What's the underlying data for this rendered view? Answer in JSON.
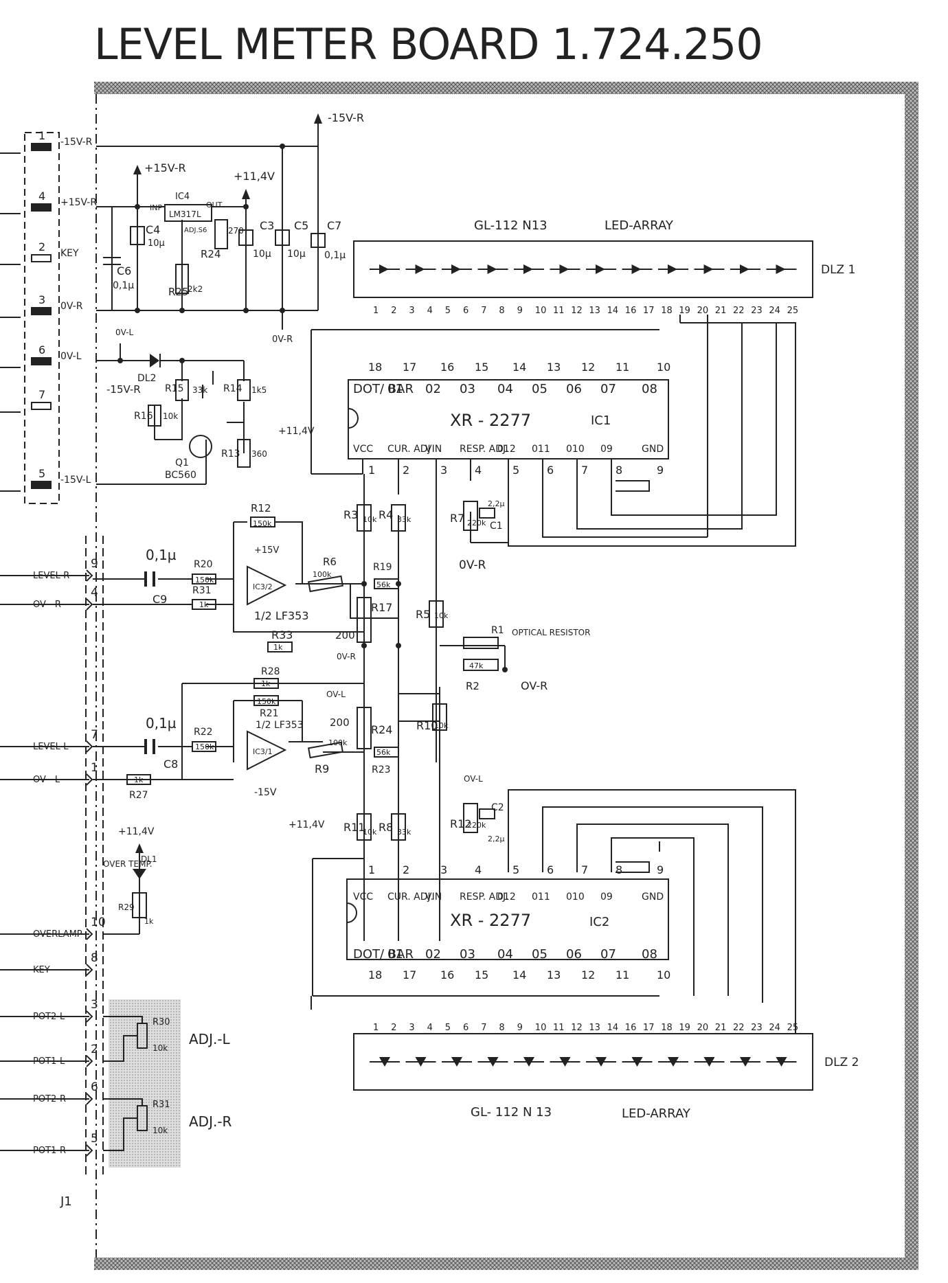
{
  "title": "LEVEL METER BOARD 1.724.250",
  "rails": {
    "neg15": "-15V-R",
    "pos15": "+15V-R",
    "p114": "+11,4V",
    "ovr": "0V-R",
    "ovl": "0V-L",
    "ovl_label": "OV-L",
    "ovr_label": "OV-R",
    "pos15b": "+15V",
    "neg15b": "-15V",
    "neg15r": "-15V-R"
  },
  "connector_left": {
    "pins": [
      {
        "n": "1",
        "label": "-15V-R"
      },
      {
        "n": "4",
        "label": "+15V-R"
      },
      {
        "n": "2",
        "label": "KEY"
      },
      {
        "n": "3",
        "label": "0V-R"
      },
      {
        "n": "6",
        "label": "0V-L"
      },
      {
        "n": "7",
        "label": ""
      },
      {
        "n": "5",
        "label": "-15V-L"
      }
    ]
  },
  "power": {
    "ic4": "IC4",
    "lm": "LM317L",
    "inp": "INP",
    "out": "OUT",
    "adj": "ADJ.S6",
    "c4": "C4",
    "c4v": "10µ",
    "c6": "C6",
    "c6v": "0,1µ",
    "r25": "R25",
    "r25v": "2k2",
    "r24": "R24",
    "r24v": "270",
    "c3": "C3",
    "c3v": "10µ",
    "c5": "C5",
    "c5v": "10µ",
    "c7": "C7",
    "c7v": "0,1µ"
  },
  "dl2": {
    "name": "DL2",
    "r15": "R15",
    "r15v": "33k",
    "r14": "R14",
    "r14v": "1k5",
    "r16": "R16",
    "r16v": "10k",
    "r13": "R13",
    "r13v": "360",
    "q1": "Q1",
    "q1t": "BC560"
  },
  "dlz1": {
    "label": "GL-112 N13",
    "suffix": "LED-ARRAY",
    "ref": "DLZ 1"
  },
  "dlz2": {
    "label": "GL- 112 N 13",
    "suffix": "LED-ARRAY",
    "ref": "DLZ 2"
  },
  "led_pins": [
    "1",
    "2",
    "3",
    "4",
    "5",
    "6",
    "7",
    "8",
    "9",
    "10",
    "11",
    "12",
    "13",
    "14",
    "16",
    "17",
    "18",
    "19",
    "20",
    "21",
    "22",
    "23",
    "24",
    "25"
  ],
  "ic1": {
    "part": "XR - 2277",
    "ref": "IC1",
    "top_pins": [
      "18",
      "17",
      "16",
      "15",
      "14",
      "13",
      "12",
      "11",
      "10"
    ],
    "top_labels": [
      "DOT/ BAR",
      "01",
      "02",
      "03",
      "04",
      "05",
      "06",
      "07",
      "08"
    ],
    "bot_labels": [
      "VCC",
      "CUR. ADJ",
      "VIN",
      "RESP. ADJ.",
      "012",
      "011",
      "010",
      "09",
      "GND"
    ],
    "bot_pins": [
      "1",
      "2",
      "3",
      "4",
      "5",
      "6",
      "7",
      "8",
      "9"
    ],
    "b": "B"
  },
  "ic2": {
    "part": "XR - 2277",
    "ref": "IC2",
    "top_pins": [
      "1",
      "2",
      "3",
      "4",
      "5",
      "6",
      "7",
      "8",
      "9"
    ],
    "top_labels": [
      "VCC",
      "CUR. ADJ.",
      "VIN",
      "RESP. ADJ.",
      "012",
      "011",
      "010",
      "09",
      "GND"
    ],
    "bot_labels": [
      "DOT/ BAR",
      "01",
      "02",
      "03",
      "04",
      "05",
      "06",
      "07",
      "08"
    ],
    "bot_pins": [
      "18",
      "17",
      "16",
      "15",
      "14",
      "13",
      "12",
      "11",
      "10"
    ],
    "b": "B"
  },
  "right_ch": {
    "r12": "R12",
    "r12v": "150k",
    "c9v": "0,1µ",
    "c9": "C9",
    "r20": "R20",
    "r20v": "150k",
    "r31": "R31",
    "r31v": "1k",
    "ic": "IC3/2",
    "lf": "1/2 LF353",
    "r6": "R6",
    "r6v": "100k",
    "r19": "R19",
    "r19v": "56k",
    "r17": "R17",
    "r17v": "200",
    "r33": "R33",
    "r33v": "1k",
    "r3": "R3",
    "r3v": "10k",
    "r4": "R4",
    "r4v": "33k",
    "r5": "R5",
    "r5v": "10k",
    "r7": "R7",
    "r7v": "220k",
    "c1": "C1",
    "c1v": "2,2µ",
    "ovr": "0V-R",
    "r1": "R1",
    "opt": "OPTICAL RESISTOR",
    "r2": "R2",
    "r2v": "47k",
    "ovr2": "OV-R"
  },
  "left_ch": {
    "r28": "R28",
    "r28v": "1k",
    "r21": "R21",
    "r21v": "150k",
    "lf": "1/2 LF353",
    "c8v": "0,1µ",
    "c8": "C8",
    "r22": "R22",
    "r22v": "150k",
    "ic": "IC3/1",
    "r9": "R9",
    "r9v": "100k",
    "r23": "R23",
    "r23v": "56k",
    "r24": "R24",
    "r24v": "200",
    "r10": "R10",
    "r10v": "10k",
    "r27": "R27",
    "r27v": "1k",
    "r11": "R11",
    "r11v": "10k",
    "r8": "R8",
    "r8v": "33k",
    "r12": "R12",
    "r12v": "220k",
    "c2": "C2",
    "c2v": "2,2µ"
  },
  "j1": {
    "ref": "J1",
    "rows": [
      {
        "label": "LEVEL-R",
        "n": "9"
      },
      {
        "label": "OV - R",
        "n": "4"
      },
      {
        "label": "LEVEL-L",
        "n": "7"
      },
      {
        "label": "OV - L",
        "n": "1"
      },
      {
        "label": "OVERLAMP",
        "n": "10"
      },
      {
        "label": "KEY",
        "n": "8"
      },
      {
        "label": "POT2-L",
        "n": "3"
      },
      {
        "label": "POT1-L",
        "n": "2"
      },
      {
        "label": "POT2-R",
        "n": "6"
      },
      {
        "label": "POT1-R",
        "n": "5"
      }
    ]
  },
  "overtemp": {
    "v": "+11,4V",
    "dl1": "DL1",
    "lbl": "OVER TEMP.",
    "r29": "R29",
    "r29v": "1k"
  },
  "adj": {
    "l": "ADJ.-L",
    "r": "ADJ.-R",
    "r30": "R30",
    "r30v": "10k",
    "r31": "R31",
    "r31v": "10k"
  }
}
